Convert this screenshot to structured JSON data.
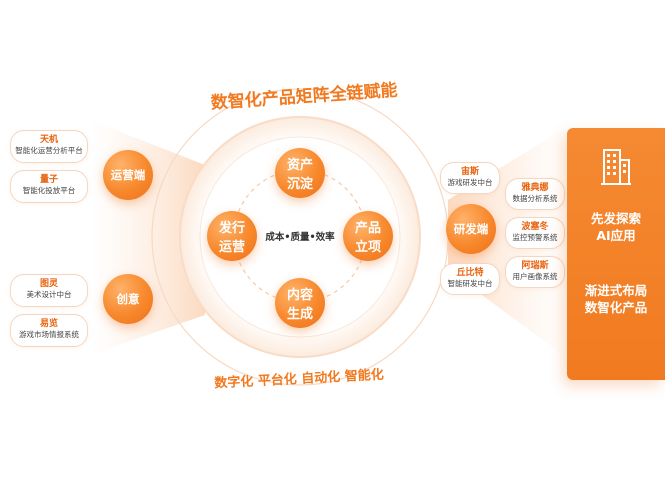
{
  "title": "数智化产品矩阵全链赋能",
  "bottom_text": "数字化 平台化 自动化 智能化",
  "center_text": "成本•质量•效率",
  "cycle": [
    {
      "id": "top",
      "line1": "资产",
      "line2": "沉淀"
    },
    {
      "id": "right",
      "line1": "产品",
      "line2": "立项"
    },
    {
      "id": "bottom",
      "line1": "内容",
      "line2": "生成"
    },
    {
      "id": "left",
      "line1": "发行",
      "line2": "运营"
    }
  ],
  "left_nodes": [
    {
      "id": "ops",
      "label": "运营端"
    },
    {
      "id": "creative",
      "label": "创意"
    }
  ],
  "right_node": {
    "label": "研发端"
  },
  "left_tags": [
    {
      "name": "天机",
      "desc": "智能化运营分析平台"
    },
    {
      "name": "量子",
      "desc": "智能化投放平台"
    },
    {
      "name": "图灵",
      "desc": "美术设计中台"
    },
    {
      "name": "易览",
      "desc": "游戏市场情报系统"
    }
  ],
  "right_tags": [
    {
      "name": "宙斯",
      "desc": "游戏研发中台"
    },
    {
      "name": "雅典娜",
      "desc": "数据分析系统"
    },
    {
      "name": "波塞冬",
      "desc": "监控预警系统"
    },
    {
      "name": "丘比特",
      "desc": "智能研发中台"
    },
    {
      "name": "阿瑞斯",
      "desc": "用户画像系统"
    }
  ],
  "panel": {
    "icon": "building-icon",
    "text1_line1": "先发探索",
    "text1_line2": "AI应用",
    "text2_line1": "渐进式布局",
    "text2_line2": "数智化产品"
  },
  "colors": {
    "accent": "#f17a20",
    "text_orange": "#e8630f"
  }
}
